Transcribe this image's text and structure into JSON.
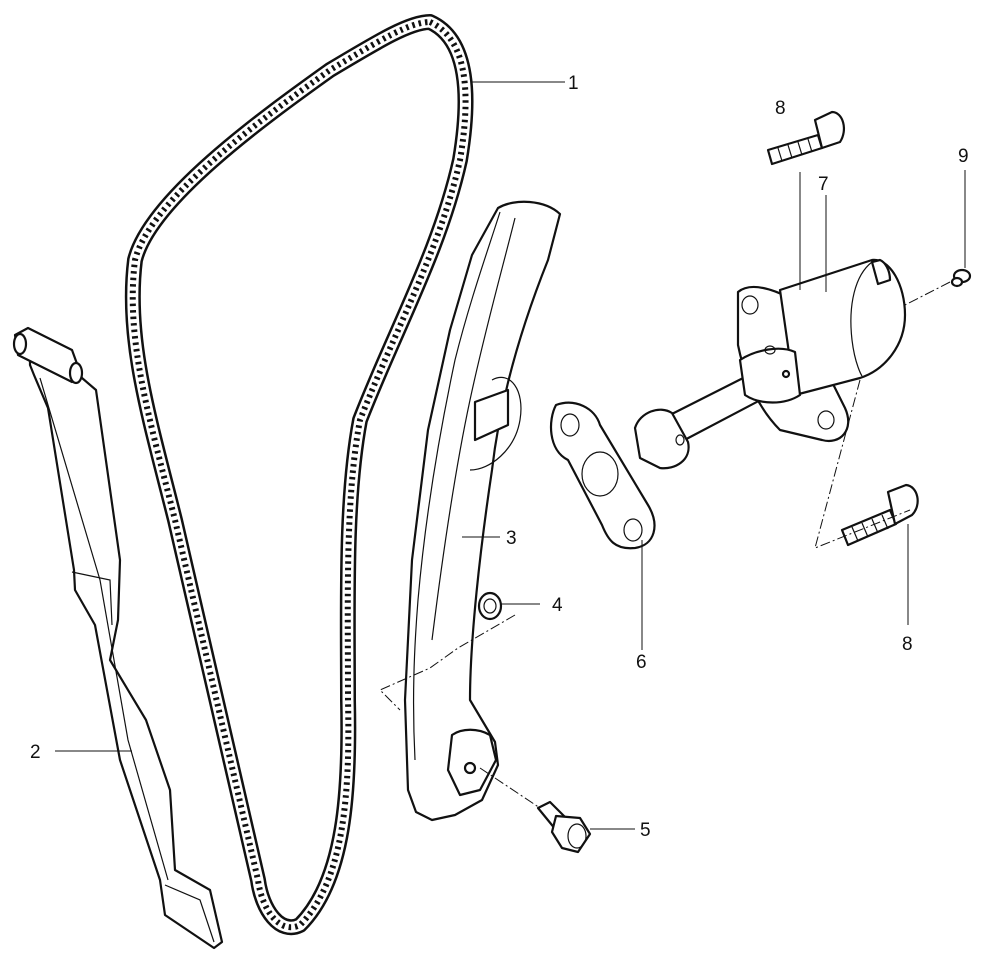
{
  "callouts": {
    "c1": "1",
    "c2": "2",
    "c3": "3",
    "c4": "4",
    "c5": "5",
    "c6": "6",
    "c7": "7",
    "c8a": "8",
    "c8b": "8",
    "c9": "9"
  }
}
